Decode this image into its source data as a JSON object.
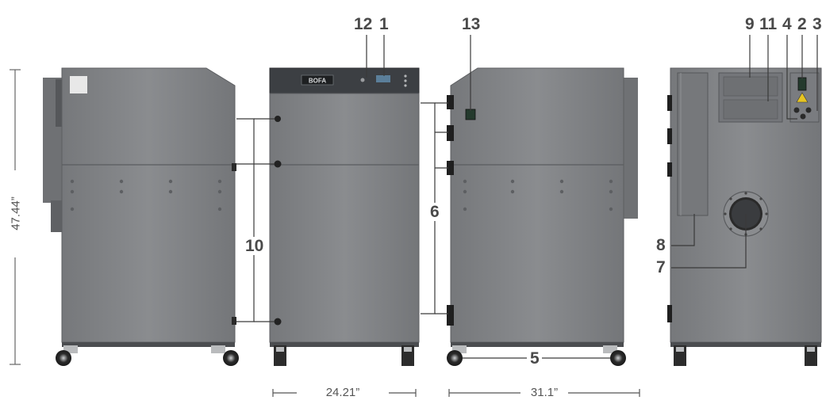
{
  "callouts": {
    "c1": "1",
    "c2": "2",
    "c3": "3",
    "c4": "4",
    "c5": "5",
    "c6": "6",
    "c7": "7",
    "c8": "8",
    "c9": "9",
    "c10": "10",
    "c11": "11",
    "c12": "12",
    "c13": "13"
  },
  "dimensions": {
    "height": "47.44”",
    "depth": "24.21”",
    "width": "31.1”"
  },
  "panel": {
    "logo": "BOFA"
  },
  "colors": {
    "cabinet": "#838587",
    "cabinet_dark": "#6b6d70",
    "panel": "#3c3f43",
    "line": "#3a3a3a",
    "label": "#4a4a4a"
  }
}
